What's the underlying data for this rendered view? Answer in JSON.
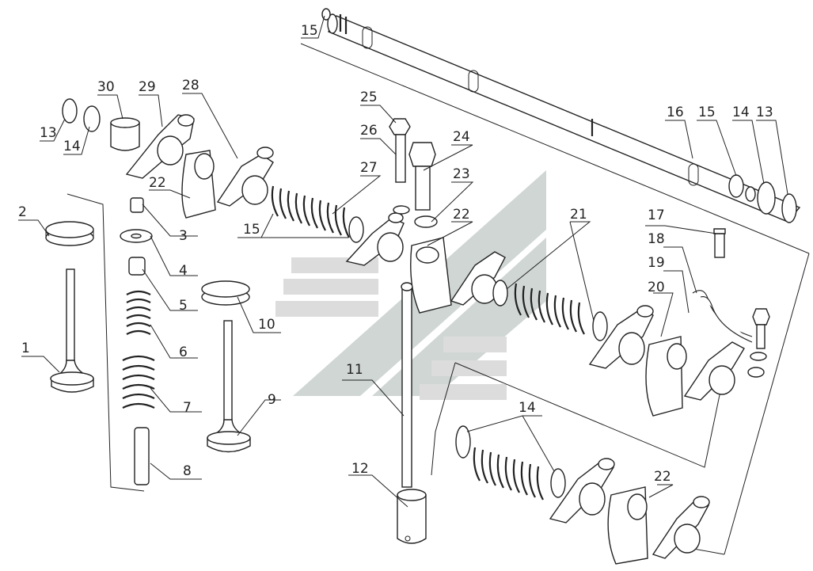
{
  "diagram": {
    "callouts": [
      "1",
      "2",
      "3",
      "4",
      "5",
      "6",
      "7",
      "8",
      "9",
      "10",
      "11",
      "12",
      "13",
      "14",
      "15",
      "16",
      "17",
      "18",
      "19",
      "20",
      "21",
      "22",
      "23",
      "24",
      "25",
      "26",
      "27",
      "28",
      "29",
      "30",
      "13",
      "14",
      "15",
      "15",
      "14",
      "14",
      "14",
      "22",
      "22",
      "22",
      "21"
    ]
  }
}
